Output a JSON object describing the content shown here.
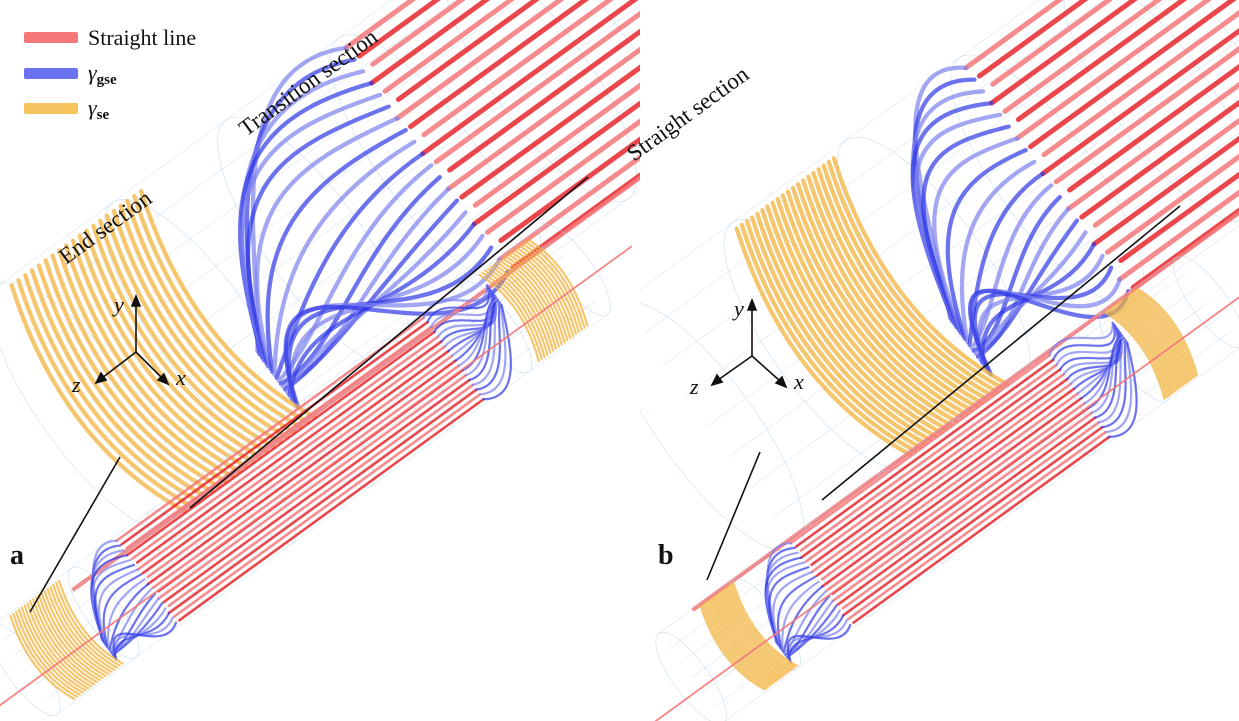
{
  "legend": {
    "items": [
      {
        "label": "Straight line",
        "color": "#f4777a"
      },
      {
        "label": "γ",
        "subscript": "gse",
        "color": "#6c73f0"
      },
      {
        "label": "γ",
        "subscript": "se",
        "color": "#f6c45e"
      }
    ]
  },
  "annotations": {
    "end_section": "End section",
    "transition_section": "Transition section",
    "straight_section": "Straight section"
  },
  "axes": {
    "x": "x",
    "y": "y",
    "z": "z"
  },
  "panels": {
    "a": "a",
    "b": "b"
  },
  "colors": {
    "red": "#e8262c",
    "red_light": "#f4777a",
    "blue": "#2d37e6",
    "blue_light": "#7c80ee",
    "orange": "#f3b33d",
    "cylinder": "#b7d3ea"
  }
}
